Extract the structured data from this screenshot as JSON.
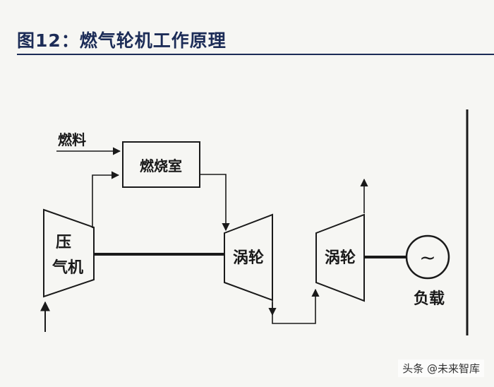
{
  "header": {
    "title": "图12：燃气轮机工作原理"
  },
  "diagram": {
    "fuel_label": "燃料",
    "combustor_label": "燃烧室",
    "compressor_label_line1": "压",
    "compressor_label_line2": "气机",
    "turbine1_label": "涡轮",
    "turbine2_label": "涡轮",
    "generator_symbol": "~",
    "load_label": "负载"
  },
  "watermark": {
    "text": "头条 @未来智库"
  },
  "colors": {
    "title": "#1c2c57",
    "stroke": "#1a1a1a",
    "background": "#f6f6f3"
  }
}
